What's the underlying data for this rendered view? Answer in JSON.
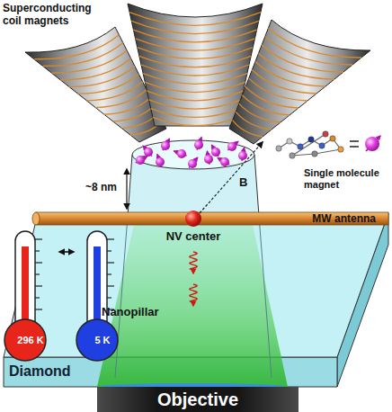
{
  "diagram": {
    "nodes": [
      {
        "text": [
          "MW antenna"
        ]
      },
      {
        "text": [
          "296 K"
        ]
      },
      {
        "text": [
          "5 K"
        ]
      },
      {
        "text": [
          "Diamond"
        ]
      },
      {
        "text": [
          "Objective"
        ]
      }
    ],
    "edges": [
      {
        "from": 1,
        "to": 2,
        "arrow": "both"
      }
    ],
    "labels": [
      "Superconducting coil magnets",
      "Single molecule magnet",
      "~8 nm",
      "B",
      "NV center",
      "Nanopillar"
    ]
  }
}
